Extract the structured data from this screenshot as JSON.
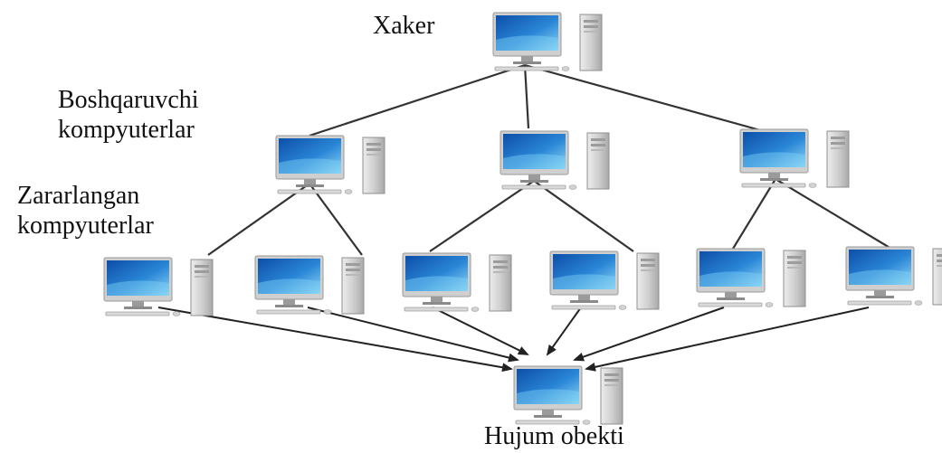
{
  "labels": {
    "hacker": "Xaker",
    "control_line1": "Boshqaruvchi",
    "control_line2": "kompyuterlar",
    "infected_line1": "Zararlangan",
    "infected_line2": "kompyuterlar",
    "target": "Hujum obekti"
  },
  "nodes": {
    "hacker": {
      "count": 1
    },
    "control_computers": {
      "count": 3
    },
    "infected_computers": {
      "count": 6
    },
    "target": {
      "count": 1
    }
  },
  "colors": {
    "screen": "#1f6fc4",
    "screen_glow": "#7fd0f5",
    "case": "#d5d5d5",
    "line": "#333333"
  }
}
